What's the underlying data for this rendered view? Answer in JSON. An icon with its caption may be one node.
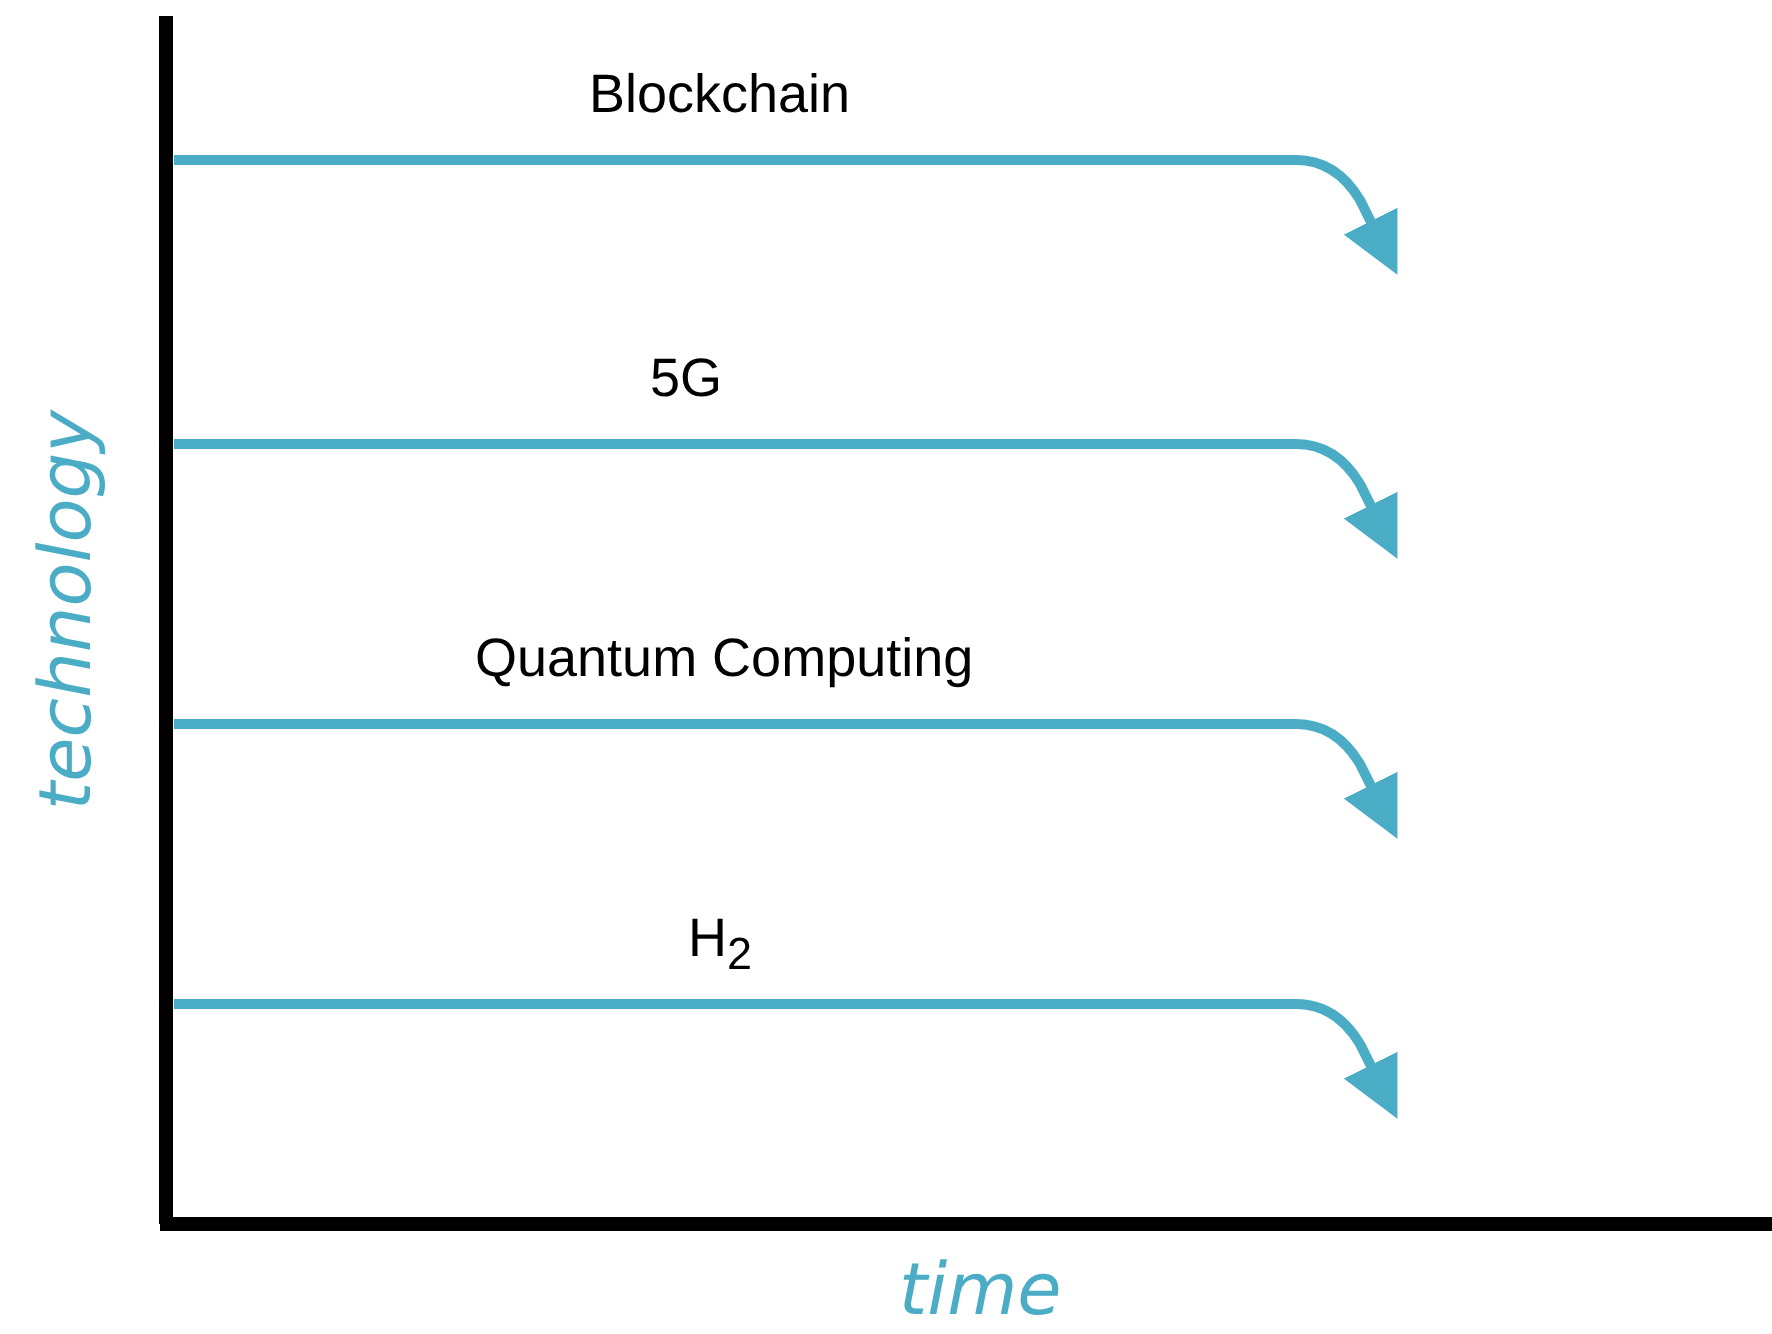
{
  "diagram": {
    "labels": [
      "Blockchain",
      "5G",
      "Quantum Computing",
      "H$_{2}$",
      "technology",
      "time"
    ]
  }
}
